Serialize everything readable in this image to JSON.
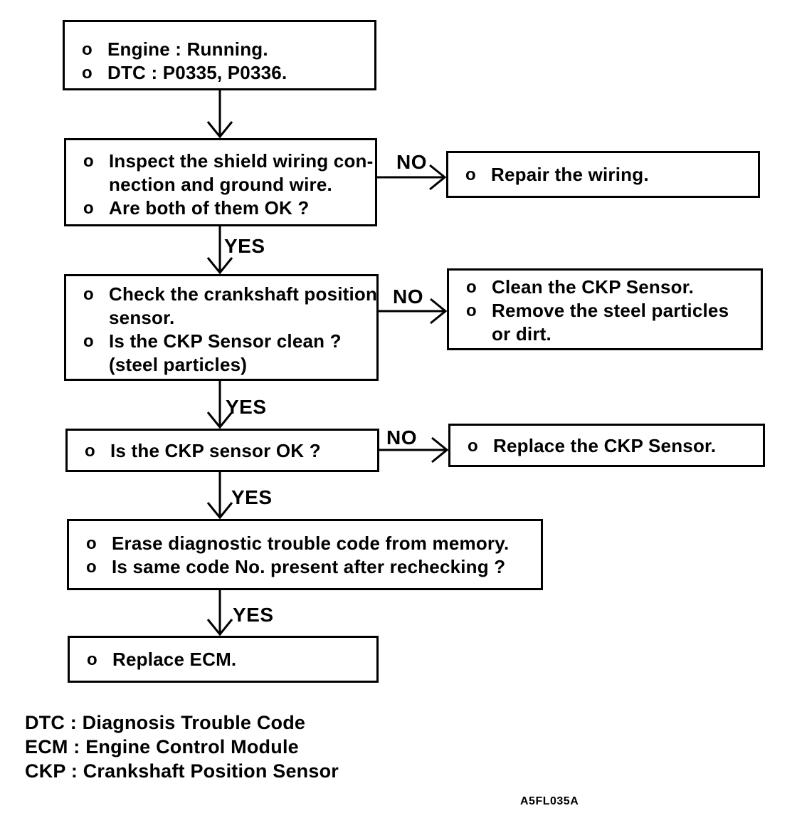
{
  "bullet_char": "o",
  "labels": {
    "yes": "YES",
    "no": "NO"
  },
  "nodes": {
    "start": {
      "items": [
        {
          "lines": [
            "Engine : Running."
          ]
        },
        {
          "lines": [
            "DTC : P0335, P0336."
          ]
        }
      ]
    },
    "inspect_wiring": {
      "items": [
        {
          "lines": [
            "Inspect the shield wiring con-",
            "nection and ground wire."
          ]
        },
        {
          "lines": [
            "Are both of them OK ?"
          ]
        }
      ]
    },
    "check_ckp": {
      "items": [
        {
          "lines": [
            "Check the crankshaft position",
            "sensor."
          ]
        },
        {
          "lines": [
            "Is the CKP Sensor clean ?",
            "(steel particles)"
          ]
        }
      ]
    },
    "ckp_ok": {
      "items": [
        {
          "lines": [
            "Is the CKP sensor OK ?"
          ]
        }
      ]
    },
    "erase_dtc": {
      "items": [
        {
          "lines": [
            "Erase diagnostic trouble code from memory."
          ]
        },
        {
          "lines": [
            "Is same code No. present after rechecking ?"
          ]
        }
      ]
    },
    "replace_ecm": {
      "items": [
        {
          "lines": [
            "Replace ECM."
          ]
        }
      ]
    },
    "repair_wiring": {
      "items": [
        {
          "lines": [
            "Repair the wiring."
          ]
        }
      ]
    },
    "clean_ckp": {
      "items": [
        {
          "lines": [
            "Clean the CKP Sensor."
          ]
        },
        {
          "lines": [
            "Remove the steel particles",
            "or dirt."
          ]
        }
      ]
    },
    "replace_ckp": {
      "items": [
        {
          "lines": [
            "Replace the CKP Sensor."
          ]
        }
      ]
    }
  },
  "legend": {
    "lines": [
      "DTC : Diagnosis Trouble Code",
      "ECM : Engine Control Module",
      "CKP : Crankshaft Position Sensor"
    ]
  },
  "figure_code": "A5FL035A",
  "colors": {
    "ink": "#000000",
    "paper": "#ffffff"
  }
}
